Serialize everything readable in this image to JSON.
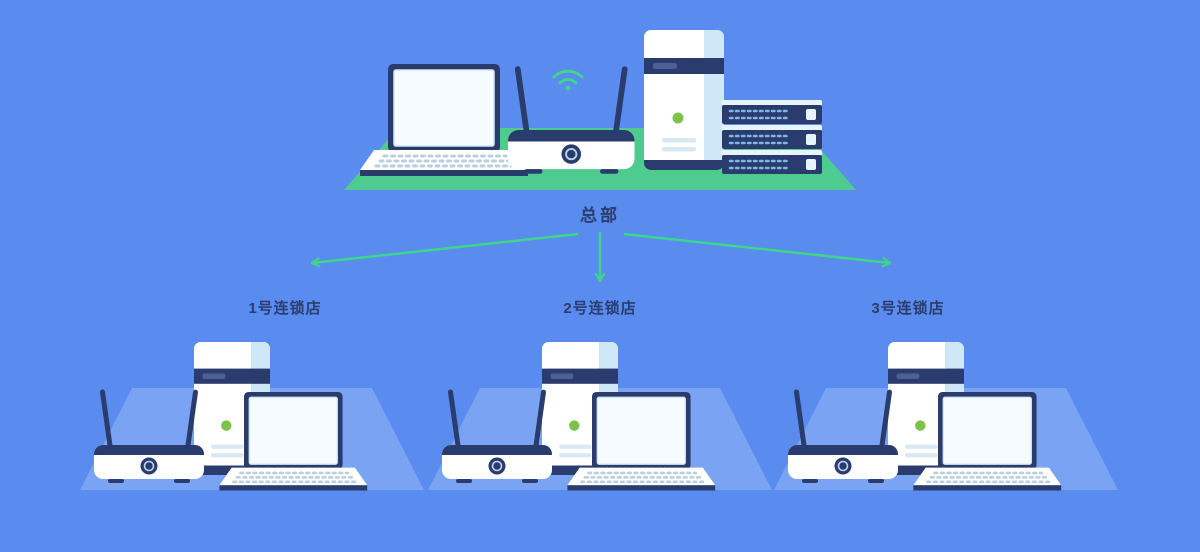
{
  "diagram": {
    "headquarters": {
      "label": "总部"
    },
    "branches": [
      {
        "label": "1号连锁店"
      },
      {
        "label": "2号连锁店"
      },
      {
        "label": "3号连锁店"
      }
    ]
  },
  "colors": {
    "background": "#5a8bef",
    "platform_green": "#4ecb8f",
    "arrow_green": "#3fd68c",
    "navy": "#2a3b6d",
    "device_white": "#ffffff",
    "panel_shade": "#cfe8f8",
    "screen_white": "#f5fbff",
    "vent_blue": "#d9e9f4",
    "cap_blue": "#e8f4fc",
    "rack_dot_blue": "#7fb4e6",
    "key_dot_blue": "#b9cfe0",
    "branch_platform_blue": "#7aa3f3",
    "indicator_green": "#7cc34b",
    "label_navy": "#2b3c6e"
  }
}
